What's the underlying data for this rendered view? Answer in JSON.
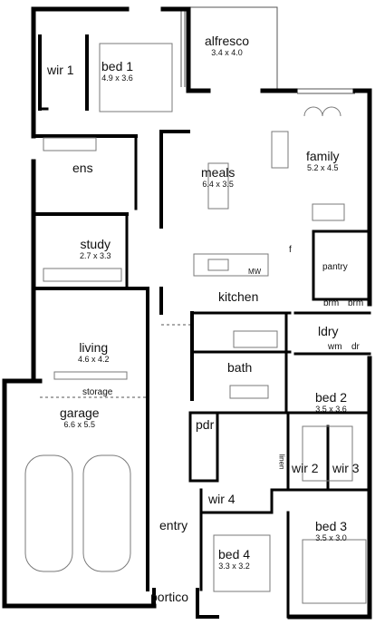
{
  "rooms": {
    "alfresco": {
      "name": "alfresco",
      "dims": "3.4 x 4.0"
    },
    "bed1": {
      "name": "bed 1",
      "dims": "4.9 x 3.6"
    },
    "wir1": {
      "name": "wir 1"
    },
    "ens": {
      "name": "ens"
    },
    "meals": {
      "name": "meals",
      "dims": "6.4 x 3.5"
    },
    "family": {
      "name": "family",
      "dims": "5.2 x 4.5"
    },
    "study": {
      "name": "study",
      "dims": "2.7 x 3.3"
    },
    "kitchen": {
      "name": "kitchen"
    },
    "pantry": {
      "name": "pantry"
    },
    "f": {
      "name": "f"
    },
    "mw": {
      "name": "MW"
    },
    "brm_left": {
      "name": "brm"
    },
    "brm_right": {
      "name": "brm"
    },
    "living": {
      "name": "living",
      "dims": "4.6 x 4.2"
    },
    "ldry": {
      "name": "ldry"
    },
    "wm": {
      "name": "wm"
    },
    "dr": {
      "name": "dr"
    },
    "bath": {
      "name": "bath"
    },
    "storage": {
      "name": "storage"
    },
    "garage": {
      "name": "garage",
      "dims": "6.6 x 5.5"
    },
    "bed2": {
      "name": "bed 2",
      "dims": "3.5 x 3.6"
    },
    "pdr": {
      "name": "pdr"
    },
    "linen": {
      "name": "linen"
    },
    "wir2": {
      "name": "wir 2"
    },
    "wir3": {
      "name": "wir 3"
    },
    "wir4": {
      "name": "wir 4"
    },
    "entry": {
      "name": "entry"
    },
    "bed3": {
      "name": "bed 3",
      "dims": "3.5 x 3.0"
    },
    "bed4": {
      "name": "bed 4",
      "dims": "3.3 x 3.2"
    },
    "portico": {
      "name": "portico"
    }
  },
  "colors": {
    "wall": "#000000",
    "fixture": "#7a7a7a",
    "background": "#ffffff"
  }
}
